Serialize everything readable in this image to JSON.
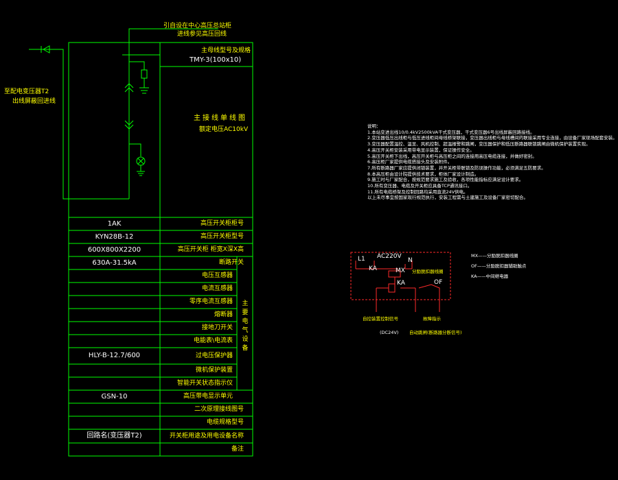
{
  "top_labels": {
    "incoming_line1": "引自设在中心高压总站柜",
    "incoming_line2": "进线参见高压回线"
  },
  "left_labels": {
    "line1": "至配电变压器T2",
    "line2": "出线屏蔽回进线"
  },
  "header": {
    "busbar_title": "主母线型号及规格",
    "busbar_spec": "TMY-3(100x10)",
    "diagram_title": "主接线单线图",
    "rated_voltage": "额定电压AC10kV"
  },
  "table_rows": [
    {
      "left": "1AK",
      "right": "高压开关柜柜号"
    },
    {
      "left": "KYN28B-12",
      "right": "高压开关柜型号"
    },
    {
      "left": "600X800X2200",
      "right": "高压开关柜 柜宽X深X高"
    },
    {
      "left": "630A-31.5kA",
      "right": "断路开关"
    },
    {
      "left": "",
      "right": "电压互感器"
    },
    {
      "left": "",
      "right": "电流互感器"
    },
    {
      "left": "",
      "right": "零序电流互感器"
    },
    {
      "left": "",
      "right": "熔断器"
    },
    {
      "left": "",
      "right": "接地刀开关"
    },
    {
      "left": "",
      "right": "电能表\\电流表"
    },
    {
      "left": "HLY-B-12.7/600",
      "right": "过电压保护器"
    },
    {
      "left": "",
      "right": "微机保护装置"
    },
    {
      "left": "",
      "right": "智能开关状态指示仪"
    },
    {
      "left": "GSN-10",
      "right": "高压带电显示单元"
    },
    {
      "left": "",
      "right": "二次原理接线图号"
    },
    {
      "left": "",
      "right": "电缆规格型号"
    },
    {
      "left": "回路名(变压器T2)",
      "right": "开关柜用途及用电设备名称"
    },
    {
      "left": "",
      "right": "备注"
    }
  ],
  "vertical_label": "主要电气设备",
  "notes": {
    "title": "说明：",
    "lines": [
      "1.本站变进出线10/0.4kV2500kVA干式变压器，干式变压器6号出线屏蔽回路接线。",
      "2.变压器低压出线柜与低压进线柜间母线桥架联接，变压器出线柜与母线槽间的联接采用专业连接，由设备厂家现场配套安装。",
      "3.变压器配置温控、温显、风机控制、超温报警和跳闸，变压器保护和低压断路器联锁跳闸由微机保护装置实现。",
      "4.高压开关柜安装采用带电显示装置，保证操作安全。",
      "5.高压开关柜下出线，高压开关柜与高压柜之间的连接用高压电缆连接，并做好密封。",
      "6.高压柜厂家提供电缆搭接头及安装附件。",
      "7.所有断路器厂家应提供闭锁装置，并开关柜带联锁及防误操作功能，必须满足五防要求。",
      "8.本高压柜由设计院提供技术要求，柜体厂家设计制造。",
      "9.施工时与厂家配合，按规范要求施工及验收，各项性能指标应满足设计要求。",
      "10.所有变压器、电缆及开关柜应具备TCP通讯接口。",
      "11.所有电缆桥架及控制回路均采用直流24V供电。",
      "以上未尽事宜按国家现行规范执行，安装工程需与土建施工及设备厂家密切配合。"
    ]
  },
  "control_circuit": {
    "l1": "L1",
    "voltage": "AC220V",
    "n": "N",
    "ka_contact": "KA",
    "mx": "MX",
    "coil_ka": "KA",
    "of": "OF",
    "mx_note": "分励脱扣器线圈",
    "left_caption": "自控装置控制信号",
    "left_voltage": "(DC24V)",
    "right_caption": "故障指示",
    "right_voltage": "自动跳闸(断路器分断信号)"
  },
  "legend": {
    "mx": "MX——分励脱扣器线圈",
    "of": "OF——分励脱扣器辅助触点",
    "ka": "KA——中间继电器"
  },
  "colors": {
    "frame": "#00ff00",
    "title_text": "#ffff00",
    "value_text": "#ffffff",
    "control_circuit": "#ff2a2a"
  }
}
